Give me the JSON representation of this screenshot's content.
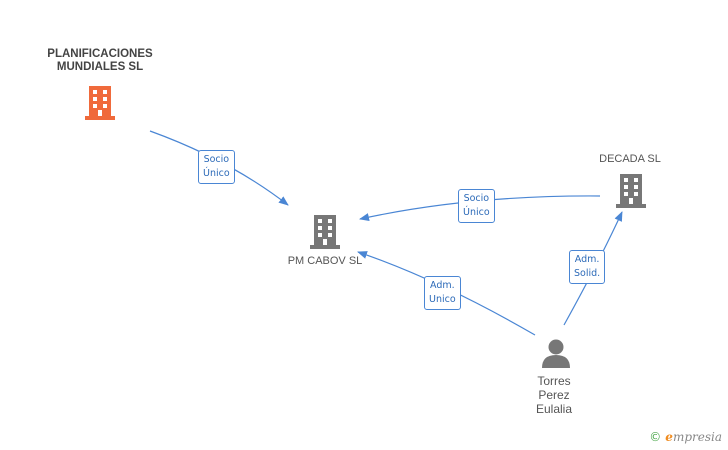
{
  "nodes": {
    "planificaciones": {
      "label_line1": "PLANIFICACIONES",
      "label_line2": "MUNDIALES SL",
      "color": "#f06a3b",
      "icon": "building-icon"
    },
    "pm_cabov": {
      "label": "PM CABOV SL",
      "color": "#777777",
      "icon": "building-icon"
    },
    "decada": {
      "label": "DECADA SL",
      "color": "#777777",
      "icon": "building-icon"
    },
    "person": {
      "label_line1": "Torres",
      "label_line2": "Perez",
      "label_line3": "Eulalia",
      "color": "#777777",
      "icon": "person-icon"
    }
  },
  "edges": {
    "planif_to_pm": {
      "line1": "Socio",
      "line2": "Único"
    },
    "decada_to_pm": {
      "line1": "Socio",
      "line2": "Único"
    },
    "person_to_pm": {
      "line1": "Adm.",
      "line2": "Unico"
    },
    "person_to_decada": {
      "line1": "Adm.",
      "line2": "Solid."
    }
  },
  "colors": {
    "edge": "#4a86d4"
  },
  "footer": {
    "copyright": "©",
    "brand_e": "e",
    "brand_rest": "mpresia"
  }
}
